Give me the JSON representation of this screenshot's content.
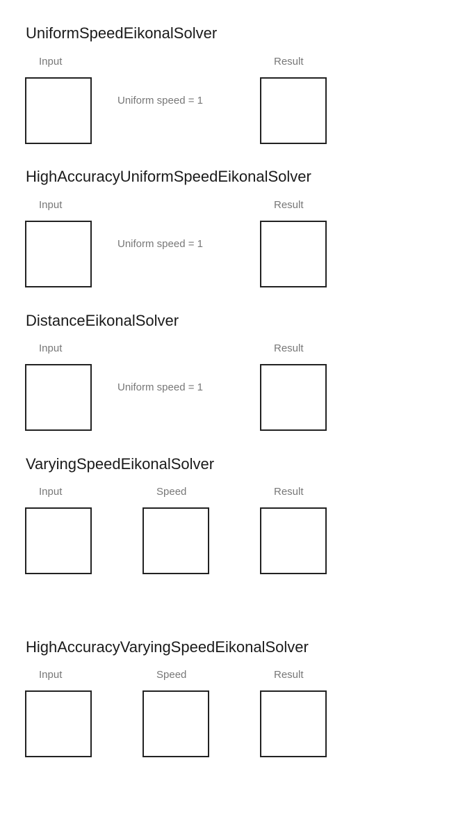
{
  "sections": [
    {
      "title": "UniformSpeedEikonalSolver",
      "input_label": "Input",
      "note": "Uniform speed = 1",
      "result_label": "Result"
    },
    {
      "title": "HighAccuracyUniformSpeedEikonalSolver",
      "input_label": "Input",
      "note": "Uniform speed = 1",
      "result_label": "Result"
    },
    {
      "title": "DistanceEikonalSolver",
      "input_label": "Input",
      "note": "Uniform speed = 1",
      "result_label": "Result"
    },
    {
      "title": "VaryingSpeedEikonalSolver",
      "input_label": "Input",
      "speed_label": "Speed",
      "result_label": "Result"
    },
    {
      "title": "HighAccuracyVaryingSpeedEikonalSolver",
      "input_label": "Input",
      "speed_label": "Speed",
      "result_label": "Result"
    }
  ]
}
